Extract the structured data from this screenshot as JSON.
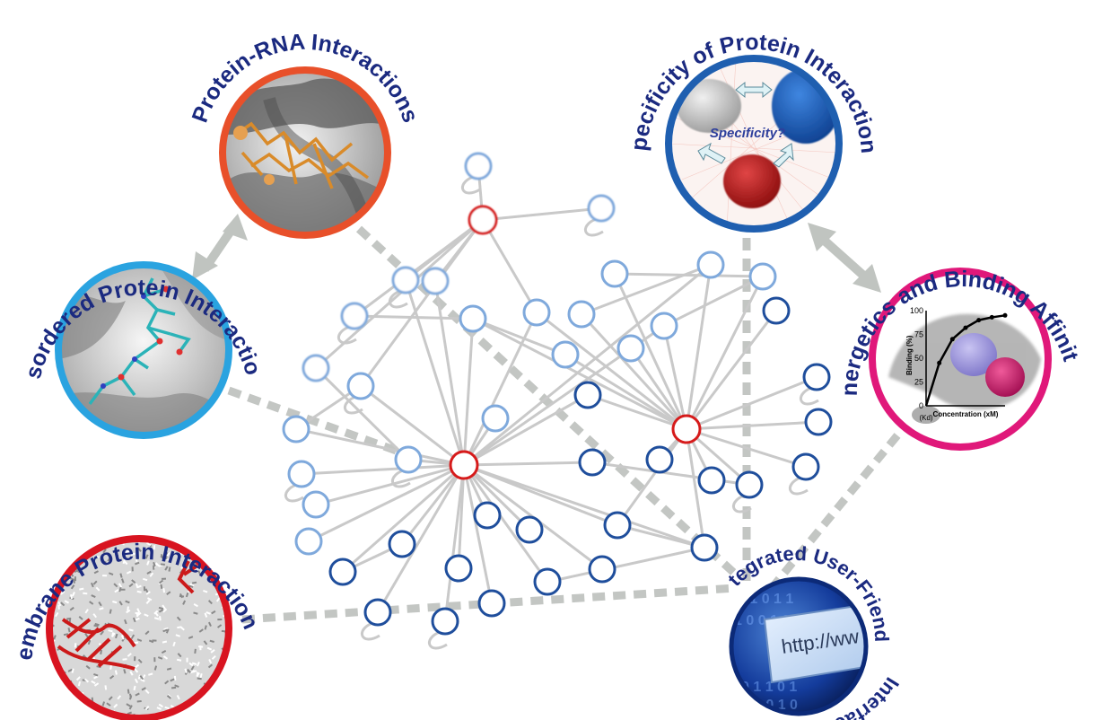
{
  "colors": {
    "label_text": "#1b2a80",
    "network_edge": "#c9c9c9",
    "dashed_connector": "#c3c6c3",
    "hub_node": "#d61b1b",
    "node_dark": "#1f4e9c",
    "node_light": "#7fa9dc",
    "border_rna": "#e8502a",
    "border_specificity": "#1f5fb0",
    "border_disordered": "#2aa3e0",
    "border_energetics": "#e0187a",
    "border_membrane": "#d81420",
    "border_interfaces": "#0c2a78"
  },
  "modules": {
    "rna": {
      "label": "Protein-RNA Interactions",
      "icon": "protein-rna-surface-image"
    },
    "specificity": {
      "label": "Specificity of Protein Interactions",
      "inset_text": "Specificity?",
      "icon": "protein-specificity-image"
    },
    "disordered": {
      "label": "Disordered Protein Interactions",
      "icon": "disordered-peptide-surface-image"
    },
    "energetics": {
      "label": "Energetics and Binding Affinity",
      "y_axis_label": "Binding (%)",
      "x_axis_label": "Concentration (xM)",
      "kd_label": "(Kd)",
      "y_ticks": [
        "100",
        "75",
        "50",
        "25",
        "0"
      ],
      "icon": "binding-curve-image"
    },
    "membrane": {
      "label": "Membrane Protein Interactions",
      "icon": "membrane-protein-image"
    },
    "interfaces": {
      "label_line1": "Integrated User-Friendly",
      "label_line2": "Interfaces",
      "screen_text": "http://ww",
      "icon": "http-screen-image"
    }
  },
  "chart_data": {
    "type": "line",
    "x": [
      0,
      1,
      2,
      3,
      4,
      5,
      6
    ],
    "y": [
      0,
      45,
      70,
      82,
      90,
      93,
      95
    ],
    "ylim": [
      0,
      100
    ],
    "ylabel": "Binding (%)",
    "xlabel": "Concentration (xM)"
  }
}
